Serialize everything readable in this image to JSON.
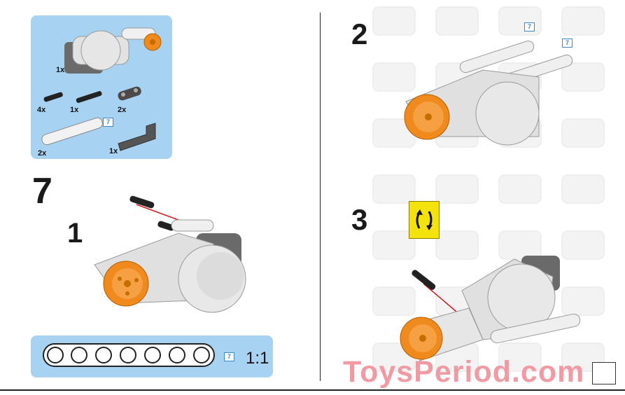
{
  "parts_panel": {
    "motor_qty": "1x",
    "pin_qty": "4x",
    "axle_pin_qty": "1x",
    "connector_qty": "2x",
    "beam_qty": "2x",
    "beam_length_badge": "7",
    "angle_beam_qty": "1x"
  },
  "step_group": {
    "number": "7"
  },
  "steps": {
    "step1": "1",
    "step2": "2",
    "step3": "3"
  },
  "step2_badges": {
    "beam_a": "7",
    "beam_b": "7"
  },
  "scale_bar": {
    "badge": "7",
    "label": "1:1"
  },
  "page_number": "",
  "watermark": "ToysPeriod.com",
  "icons": {
    "rotate": "rotate-model-icon"
  },
  "colors": {
    "panel_bg": "#a8d2f1",
    "hub_orange": "#f08a1c",
    "motor_gray": "#d9d9d9",
    "dark_gray": "#555555",
    "rotate_yellow": "#f4e20c",
    "watermark_pink": "#f09aa3"
  }
}
